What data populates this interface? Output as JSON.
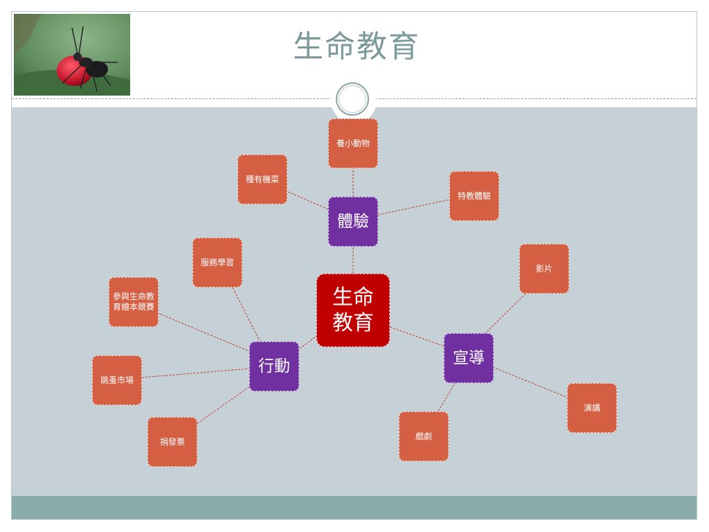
{
  "slide": {
    "title": "生命教育",
    "photo_alt": "ant-on-red-berry-photo"
  },
  "colors": {
    "panel": "#c6d1d7",
    "footer": "#8aadab",
    "center": "#c00000",
    "hub": "#7030a0",
    "leaf": "#d45f43",
    "link": "#c0392b"
  },
  "diagram": {
    "center": "生命\n教育",
    "hubs": {
      "experience": "體驗",
      "advocacy": "宣導",
      "action": "行動"
    },
    "leaves": {
      "raise_pets": "養小動物",
      "grow_vegetables": "種有機菜",
      "special_ed_experience": "特教體驗",
      "film": "影片",
      "lecture": "演講",
      "drama": "戲劇",
      "service_learning": "服務學習",
      "picture_book_contest": "參與生命教育繪本競賽",
      "flea_market": "跳蚤市場",
      "donate_receipts": "捐發票"
    }
  }
}
